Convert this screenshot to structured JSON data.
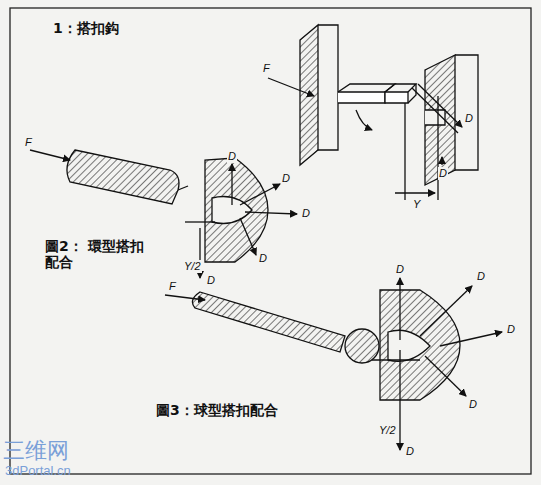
{
  "diagram": {
    "labels": [
      "1：搭扣鈎",
      "F",
      "D",
      "D",
      "Y",
      "F",
      "D",
      "D",
      "D",
      "D",
      "Y/2",
      "D",
      "圖2： 環型搭扣配合",
      "F",
      "D",
      "D",
      "D",
      "D",
      "Y/2",
      "D",
      "圖3：球型搭扣配合",
      "三维网",
      "3dPortal.cn"
    ]
  }
}
